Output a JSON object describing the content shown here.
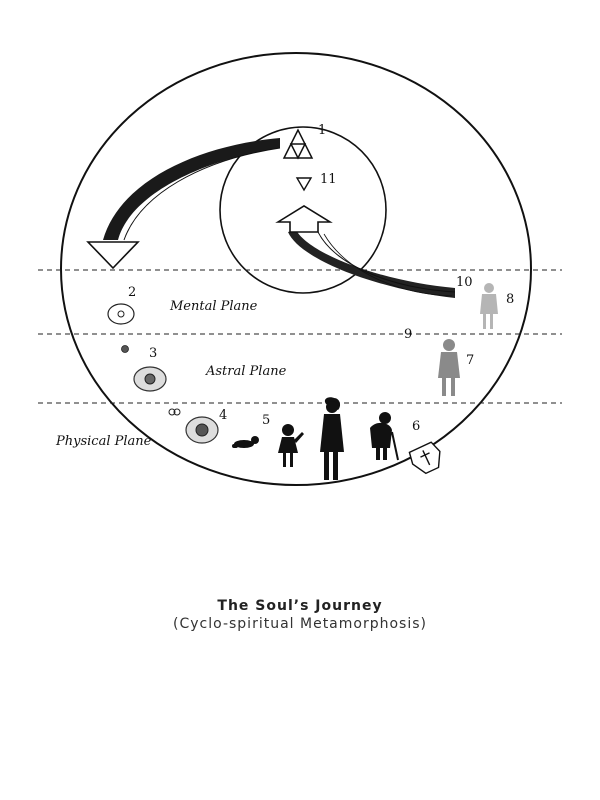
{
  "diagram": {
    "labels": {
      "n1": "1",
      "n2": "2",
      "n3": "3",
      "n4": "4",
      "n5": "5",
      "n6": "6",
      "n7": "7",
      "n8": "8",
      "n9": "9",
      "n10": "10",
      "n11": "11"
    },
    "planes": {
      "mental": "Mental Plane",
      "astral": "Astral Plane",
      "physical": "Physical Plane"
    },
    "colors": {
      "ink": "#111111",
      "ghost_dark": "#8a8a8a",
      "ghost_light": "#b5b5b5"
    }
  },
  "caption": {
    "title": "The Soul’s Journey",
    "subtitle": "(Cyclo-spiritual Metamorphosis)"
  }
}
